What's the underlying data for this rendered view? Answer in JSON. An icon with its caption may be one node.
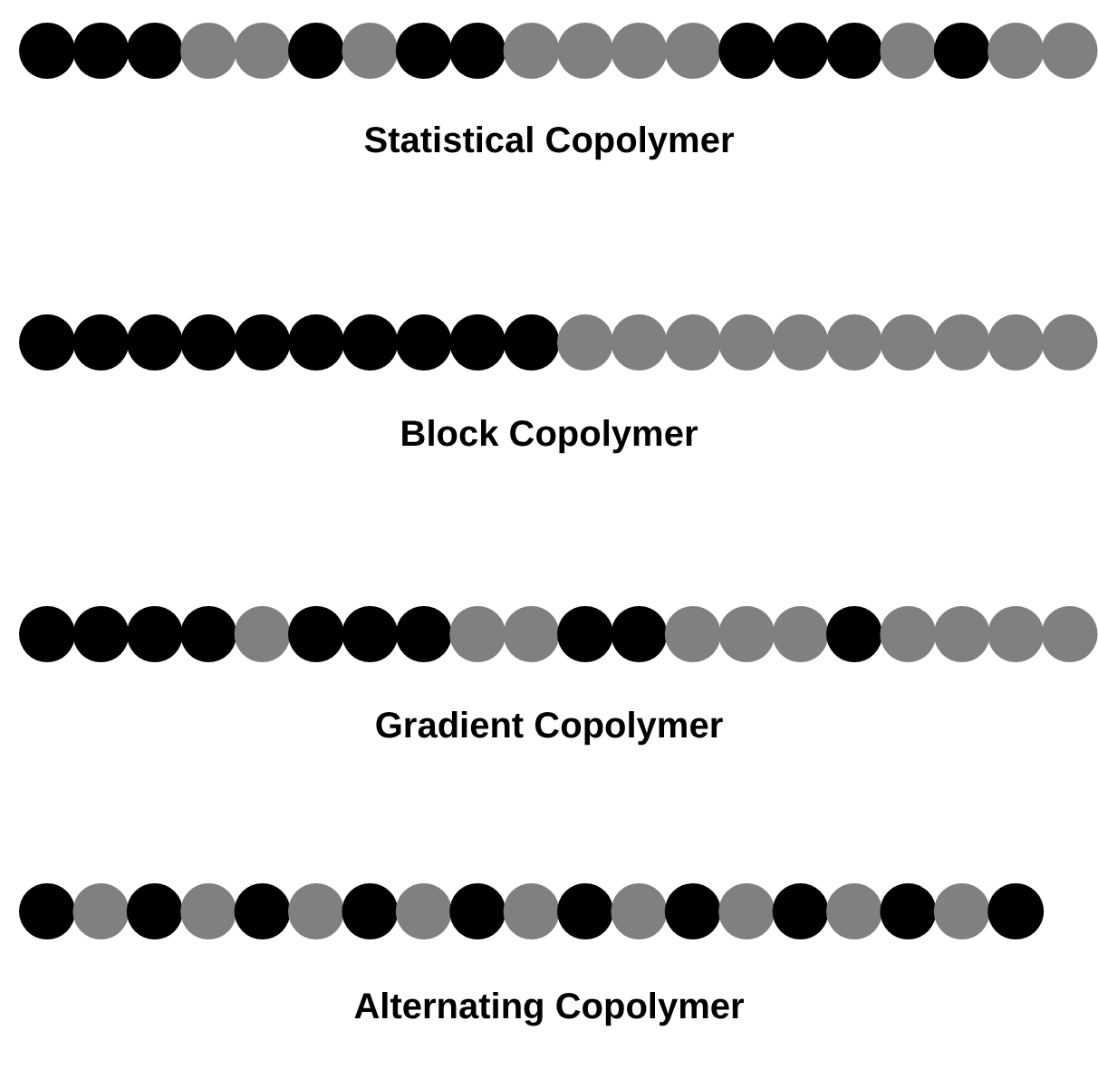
{
  "diagram": {
    "labels": [
      "Statistical Copolymer",
      "Block Copolymer",
      "Gradient Copolymer",
      "Alternating Copolymer"
    ]
  }
}
